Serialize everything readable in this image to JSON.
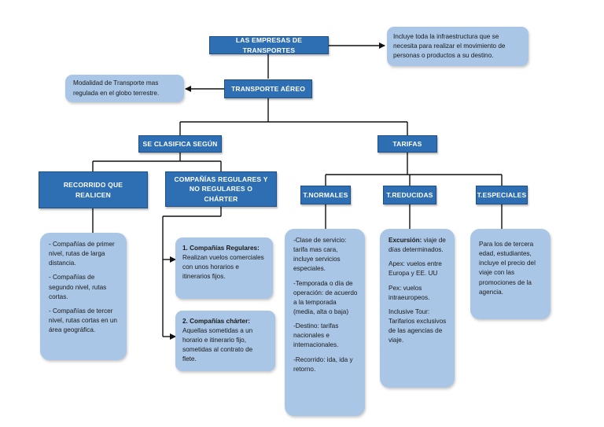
{
  "root": {
    "label": "LAS EMPRESAS DE TRANSPORTES"
  },
  "root_note": {
    "text": "Incluye toda la infraestructura que se necesita para realizar el movimiento de personas o productos a su destino."
  },
  "air": {
    "label": "TRANSPORTE AÉREO"
  },
  "air_note": {
    "text": "Modalidad de Transporte mas regulada en el globo terrestre."
  },
  "classify": {
    "label": "SE CLASIFICA SEGÚN"
  },
  "tariffs": {
    "label": "TARIFAS"
  },
  "route": {
    "label": "RECORRIDO QUE REALICEN",
    "items": [
      "- Compañías de primer nivel, rutas de larga distancia.",
      "- Compañías de segundo nivel, rutas cortas.",
      "- Compañías de tercer nivel, rutas cortas en un área geográfica."
    ]
  },
  "companies": {
    "label": "COMPAÑÍAS REGULARES Y NO REGULARES O CHÁRTER",
    "regular_title": "1. Compañías Regulares:",
    "regular_text": "Realizan vuelos comerciales con unos horarios e itinerarios fijos.",
    "charter_title": "2. Compañías chárter:",
    "charter_text": "Aquellas sometidas a un horario e itinerario fijo, sometidas al contrato de flete."
  },
  "normal": {
    "label": "T.NORMALES",
    "items": [
      "-Clase de servicio: tarifa mas cara, incluye servicios especiales.",
      "-Temporada o día de operación: de acuerdo a la temporada (media, alta o baja)",
      "-Destino: tarifas nacionales e internacionales.",
      "-Recorrido: ida, ida y retorno."
    ]
  },
  "reduced": {
    "label": "T.REDUCIDAS",
    "items": [
      {
        "title": "Excursión:",
        "text": "viaje de días determinados."
      },
      {
        "title": "Apex:",
        "text": "vuelos entre Europa y EE. UU"
      },
      {
        "title": "Pex:",
        "text": "vuelos intraeuropeos."
      },
      {
        "title": "Inclusive Tour:",
        "text": "Tarifarios exclusivos de las agencias de viaje."
      }
    ]
  },
  "special": {
    "label": "T.ESPECIALES",
    "text": "Para los de tercera edad, estudiantes, incluye el precio del viaje con las promociones de la agencia."
  },
  "colors": {
    "dark_node": "#2e6eb3",
    "light_node": "#a9c6e6",
    "connector": "#111111"
  }
}
